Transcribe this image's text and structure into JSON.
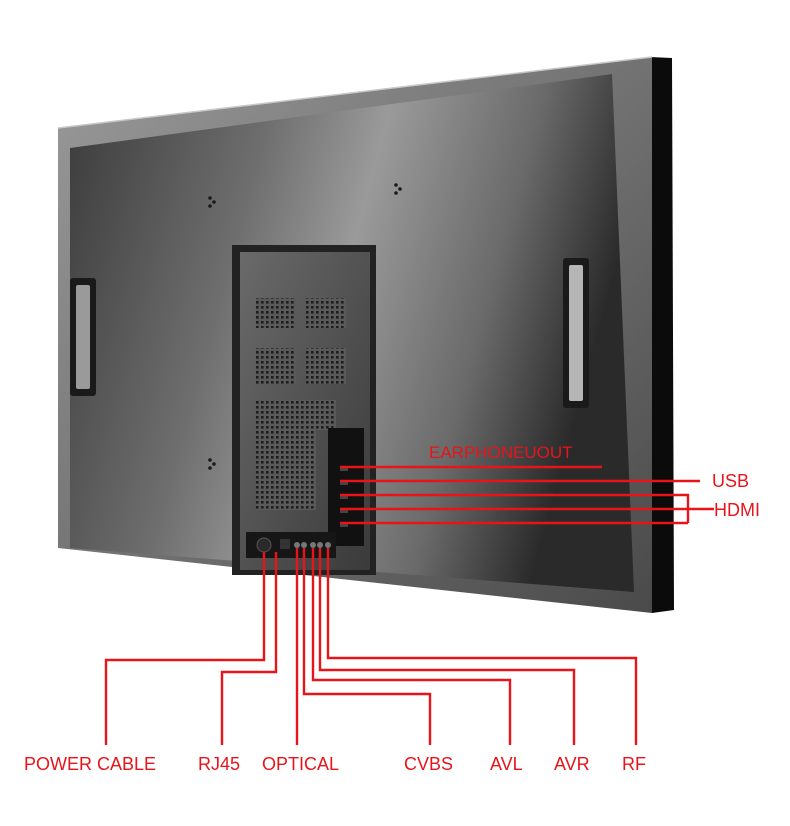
{
  "labels": {
    "earphone": "EARPHONEUOUT",
    "usb": "USB",
    "hdmi": "HDMI",
    "power_cable": "POWER CABLE",
    "rj45": "RJ45",
    "optical": "OPTICAL",
    "cvbs": "CVBS",
    "avl": "AVL",
    "avr": "AVR",
    "rf": "RF"
  },
  "colors": {
    "callout": "#e8141a",
    "bezel": "#101010",
    "panel_dark": "#2e2e2e",
    "panel_light": "#8a8a8a"
  }
}
